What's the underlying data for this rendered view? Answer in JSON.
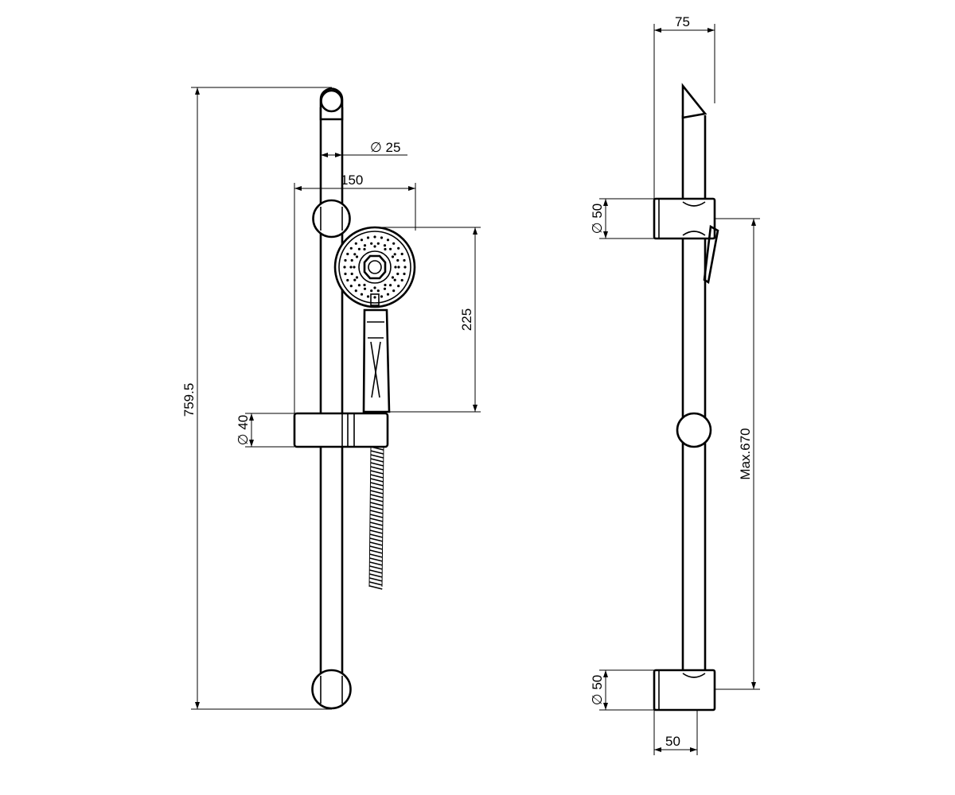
{
  "front_view": {
    "total_height": "759.5",
    "bar_diameter": "∅ 25",
    "holder_offset": "150",
    "handshower_height": "225",
    "slider_diameter": "∅ 40"
  },
  "side_view": {
    "top_depth": "75",
    "upper_bracket_diameter": "∅ 50",
    "bracket_distance": "Max.670",
    "lower_bracket_diameter": "∅ 50",
    "bottom_depth": "50"
  }
}
